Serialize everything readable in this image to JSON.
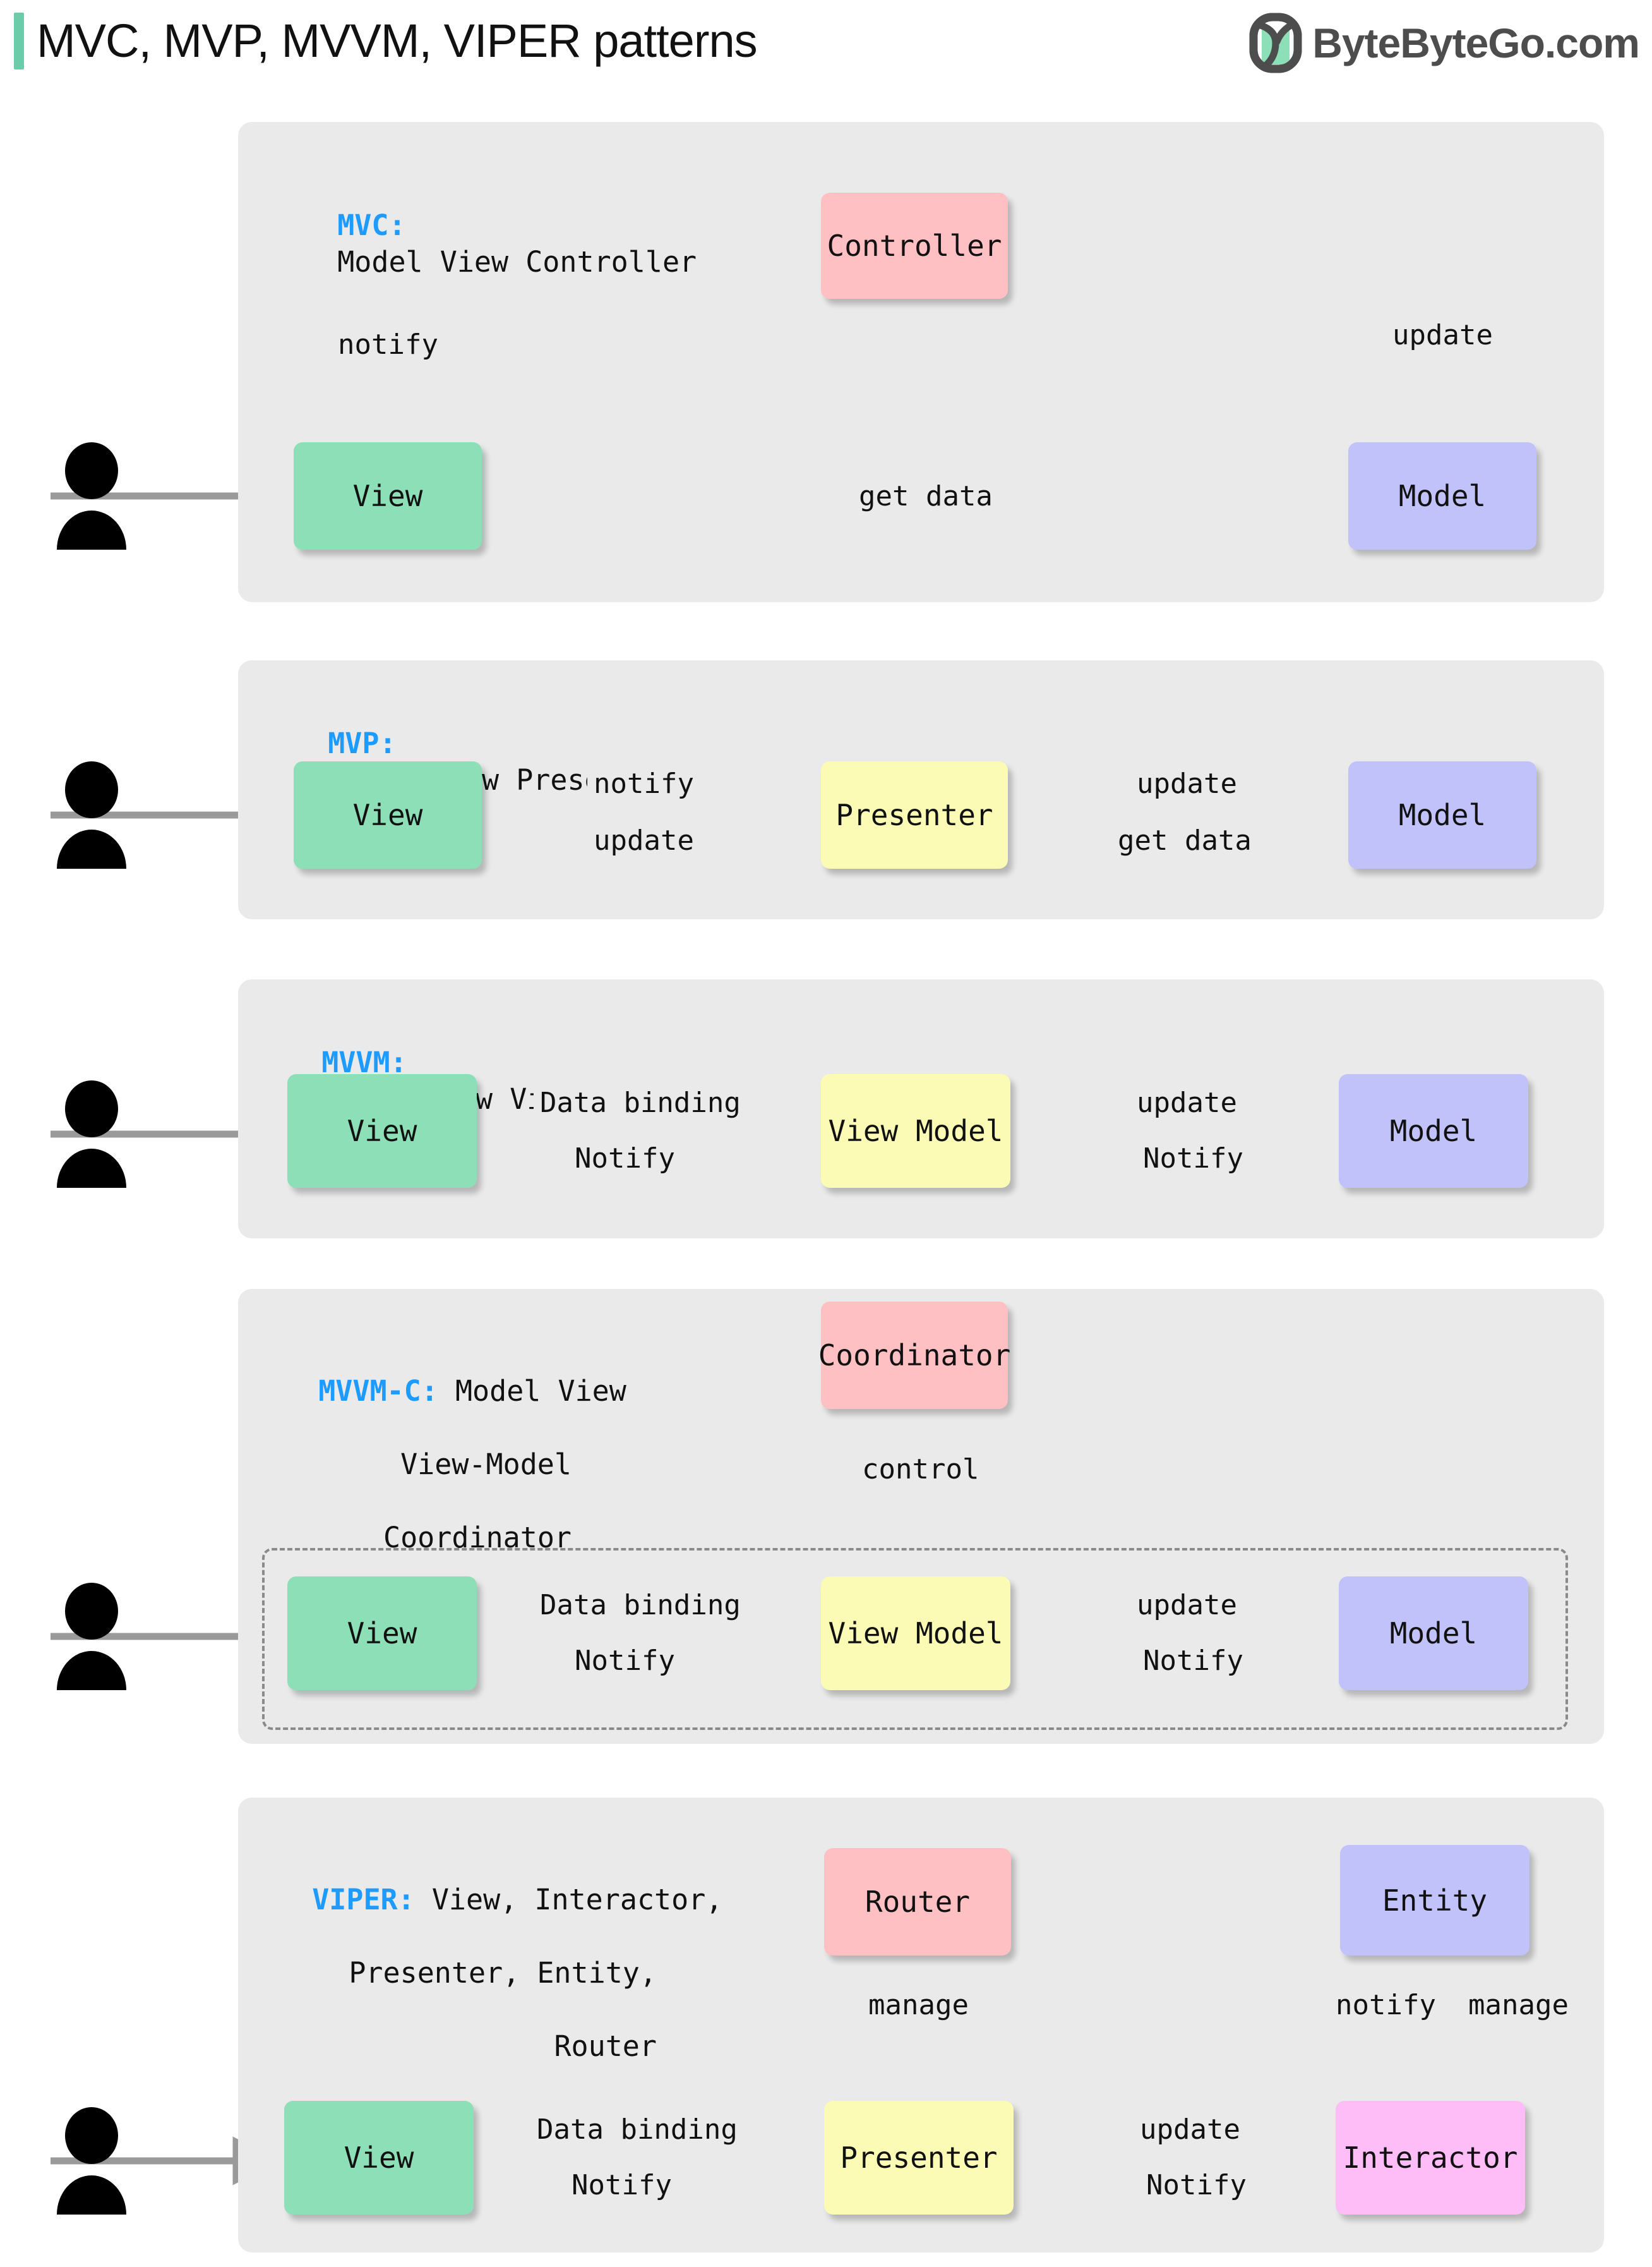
{
  "header": {
    "title": "MVC, MVP, MVVM, VIPER patterns",
    "brand": "ByteByteGo.com",
    "accent_color": "#6ecbaa",
    "logo_icon": "bytebytego-leaf-logo"
  },
  "colors": {
    "panel_bg": "#eaeaea",
    "view": "#8ddfb8",
    "controller": "#ffc0c3",
    "model": "#c2c2fb",
    "presenter": "#fbfbb6",
    "interactor": "#ffbdf8",
    "arrow": "#9a9a9a",
    "key_text": "#1e9bff"
  },
  "sections": [
    {
      "key": "MVC:",
      "title_lines": [
        "Model View Controller"
      ],
      "nodes": {
        "view": "View",
        "controller": "Controller",
        "model": "Model"
      },
      "edges": [
        {
          "label": "notify",
          "from": "View",
          "to": "Controller",
          "style": "solid"
        },
        {
          "label": "update",
          "from": "Controller",
          "to": "Model",
          "style": "solid"
        },
        {
          "label": "get data",
          "from": "Model",
          "to": "View",
          "style": "solid"
        }
      ]
    },
    {
      "key": "MVP:",
      "title_lines": [
        "Model View Presenter"
      ],
      "nodes": {
        "view": "View",
        "presenter": "Presenter",
        "model": "Model"
      },
      "edges": [
        {
          "label": "notify",
          "from": "View",
          "to": "Presenter",
          "style": "solid"
        },
        {
          "label": "update",
          "from": "Presenter",
          "to": "View",
          "style": "solid"
        },
        {
          "label": "update",
          "from": "Model",
          "to": "Presenter",
          "style": "solid"
        },
        {
          "label": "get data",
          "from": "Model",
          "to": "Presenter",
          "style": "solid"
        }
      ]
    },
    {
      "key": "MVVM:",
      "title_lines": [
        "Model View View-Model"
      ],
      "nodes": {
        "view": "View",
        "viewmodel": "View Model",
        "model": "Model"
      },
      "edges": [
        {
          "label": "Data binding",
          "from": "View",
          "to": "View Model",
          "style": "solid"
        },
        {
          "label": "Notify",
          "from": "View Model",
          "to": "View",
          "style": "dashed"
        },
        {
          "label": "update",
          "from": "View Model",
          "to": "Model",
          "style": "solid"
        },
        {
          "label": "Notify",
          "from": "Model",
          "to": "View Model",
          "style": "dashed"
        }
      ]
    },
    {
      "key": "MVVM-C:",
      "title_lines": [
        "Model View",
        "View-Model",
        "Coordinator"
      ],
      "nodes": {
        "coordinator": "Coordinator",
        "view": "View",
        "viewmodel": "View Model",
        "model": "Model"
      },
      "edges": [
        {
          "label": "control",
          "from": "Coordinator",
          "to": "View Model",
          "style": "solid"
        },
        {
          "label": "Data binding",
          "from": "View",
          "to": "View Model",
          "style": "solid"
        },
        {
          "label": "Notify",
          "from": "View Model",
          "to": "View",
          "style": "dashed"
        },
        {
          "label": "update",
          "from": "View Model",
          "to": "Model",
          "style": "solid"
        },
        {
          "label": "Notify",
          "from": "Model",
          "to": "View Model",
          "style": "dashed"
        }
      ]
    },
    {
      "key": "VIPER:",
      "title_lines": [
        "View, Interactor,",
        "Presenter, Entity,",
        "Router"
      ],
      "nodes": {
        "router": "Router",
        "entity": "Entity",
        "view": "View",
        "presenter": "Presenter",
        "interactor": "Interactor"
      },
      "edges": [
        {
          "label": "manage",
          "from": "Router",
          "to": "Presenter",
          "style": "solid"
        },
        {
          "label": "notify",
          "from": "Entity",
          "to": "Interactor",
          "style": "solid"
        },
        {
          "label": "manage",
          "from": "Interactor",
          "to": "Entity",
          "style": "solid"
        },
        {
          "label": "Data binding",
          "from": "View",
          "to": "Presenter",
          "style": "solid"
        },
        {
          "label": "Notify",
          "from": "Presenter",
          "to": "View",
          "style": "dashed"
        },
        {
          "label": "update",
          "from": "Presenter",
          "to": "Interactor",
          "style": "solid"
        },
        {
          "label": "Notify",
          "from": "Interactor",
          "to": "Presenter",
          "style": "dashed"
        }
      ]
    }
  ],
  "labels": {
    "notify": "notify",
    "update": "update",
    "get_data": "get data",
    "data_binding": "Data binding",
    "Notify": "Notify",
    "control": "control",
    "manage": "manage"
  },
  "actor_icon": "user-person-icon"
}
